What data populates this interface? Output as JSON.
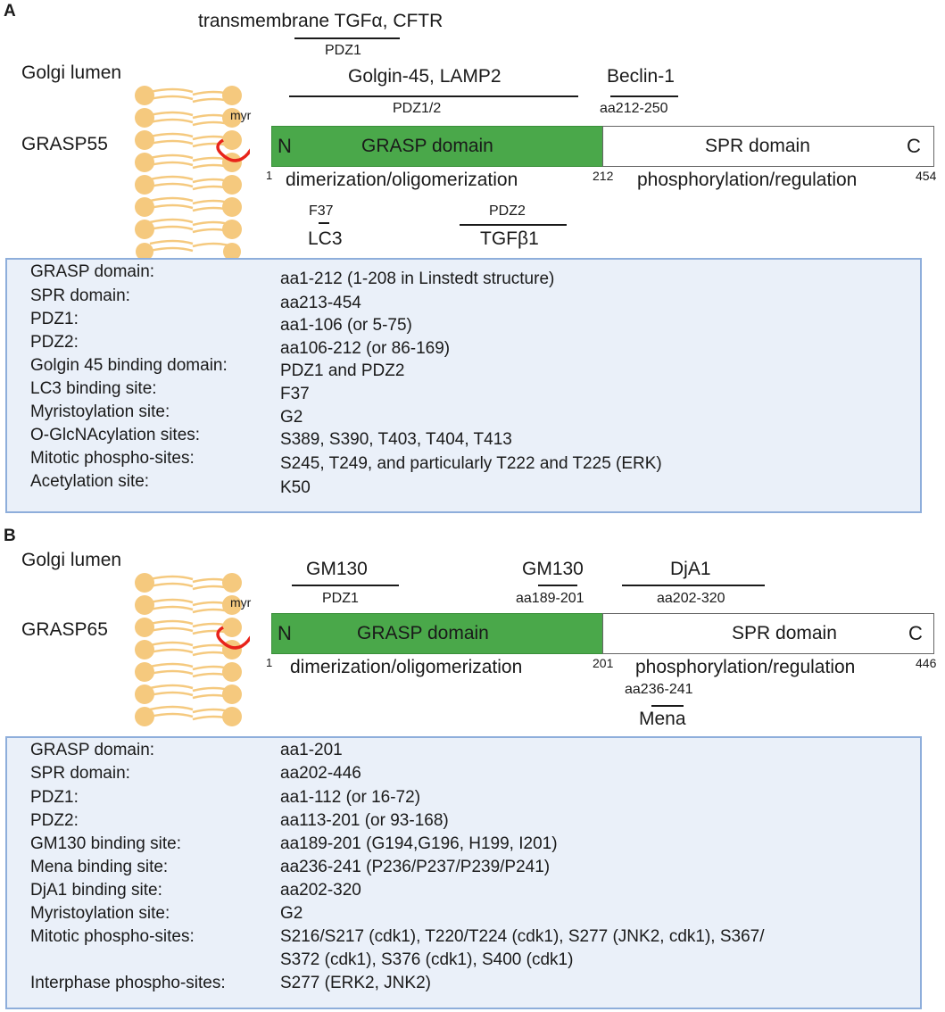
{
  "panel_a": {
    "letter": "A",
    "golgi_lumen": "Golgi lumen",
    "protein_name": "GRASP55",
    "myr": "myr",
    "n_label": "N",
    "c_label": "C",
    "grasp_domain": "GRASP domain",
    "spr_domain": "SPR domain",
    "start": "1",
    "split": "212",
    "end": "454",
    "dimerization": "dimerization/oligomerization",
    "phosphorylation": "phosphorylation/regulation",
    "above": [
      {
        "label": "transmembrane TGFα, CFTR",
        "sub": "PDZ1"
      },
      {
        "label": "Golgin-45, LAMP2",
        "sub": "PDZ1/2"
      },
      {
        "label": "Beclin-1",
        "sub": "aa212-250"
      }
    ],
    "below": [
      {
        "top": "F37",
        "label": "LC3"
      },
      {
        "top": "PDZ2",
        "label": "TGFβ1"
      }
    ],
    "table": [
      {
        "key": "GRASP domain:",
        "value": "aa1-212 (1-208 in Linstedt structure)"
      },
      {
        "key": "SPR domain:",
        "value": "aa213-454"
      },
      {
        "key": "PDZ1:",
        "value": "aa1-106 (or 5-75)"
      },
      {
        "key": "PDZ2:",
        "value": "aa106-212 (or 86-169)"
      },
      {
        "key": "Golgin 45 binding domain:",
        "value": "PDZ1 and PDZ2"
      },
      {
        "key": "LC3 binding site:",
        "value": "F37"
      },
      {
        "key": "Myristoylation site:",
        "value": "G2"
      },
      {
        "key": "O-GlcNAcylation sites:",
        "value": "S389, S390, T403, T404, T413"
      },
      {
        "key": "Mitotic phospho-sites:",
        "value": "S245, T249, and particularly T222 and T225 (ERK)"
      },
      {
        "key": "Acetylation site:",
        "value": "K50"
      }
    ]
  },
  "panel_b": {
    "letter": "B",
    "golgi_lumen": "Golgi lumen",
    "protein_name": "GRASP65",
    "myr": "myr",
    "n_label": "N",
    "c_label": "C",
    "grasp_domain": "GRASP domain",
    "spr_domain": "SPR domain",
    "start": "1",
    "split": "201",
    "end": "446",
    "dimerization": "dimerization/oligomerization",
    "phosphorylation": "phosphorylation/regulation",
    "above": [
      {
        "label": "GM130",
        "sub": "PDZ1"
      },
      {
        "label": "GM130",
        "sub": "aa189-201"
      },
      {
        "label": "DjA1",
        "sub": "aa202-320"
      }
    ],
    "below": [
      {
        "top": "aa236-241",
        "label": "Mena"
      }
    ],
    "table": [
      {
        "key": "GRASP domain:",
        "value": "aa1-201"
      },
      {
        "key": "SPR domain:",
        "value": "aa202-446"
      },
      {
        "key": "PDZ1:",
        "value": "aa1-112 (or 16-72)"
      },
      {
        "key": "PDZ2:",
        "value": "aa113-201 (or 93-168)"
      },
      {
        "key": "GM130 binding site:",
        "value": "aa189-201 (G194,G196, H199, I201)"
      },
      {
        "key": "Mena binding site:",
        "value": "aa236-241 (P236/P237/P239/P241)"
      },
      {
        "key": "DjA1 binding site:",
        "value": "aa202-320"
      },
      {
        "key": "Myristoylation site:",
        "value": "G2"
      },
      {
        "key": "Mitotic phospho-sites:",
        "value": "S216/S217 (cdk1), T220/T224 (cdk1), S277 (JNK2, cdk1), S367/"
      },
      {
        "key": "",
        "value": "S372 (cdk1), S376 (cdk1), S400 (cdk1)"
      },
      {
        "key": "Interphase phospho-sites:",
        "value": "S277 (ERK2, JNK2)"
      }
    ]
  },
  "colors": {
    "grasp_green": "#4aa84a",
    "lipid": "#f5c97e",
    "anchor": "#e8231a",
    "box_fill": "#eaf0f9",
    "box_border": "#8eaedb"
  }
}
